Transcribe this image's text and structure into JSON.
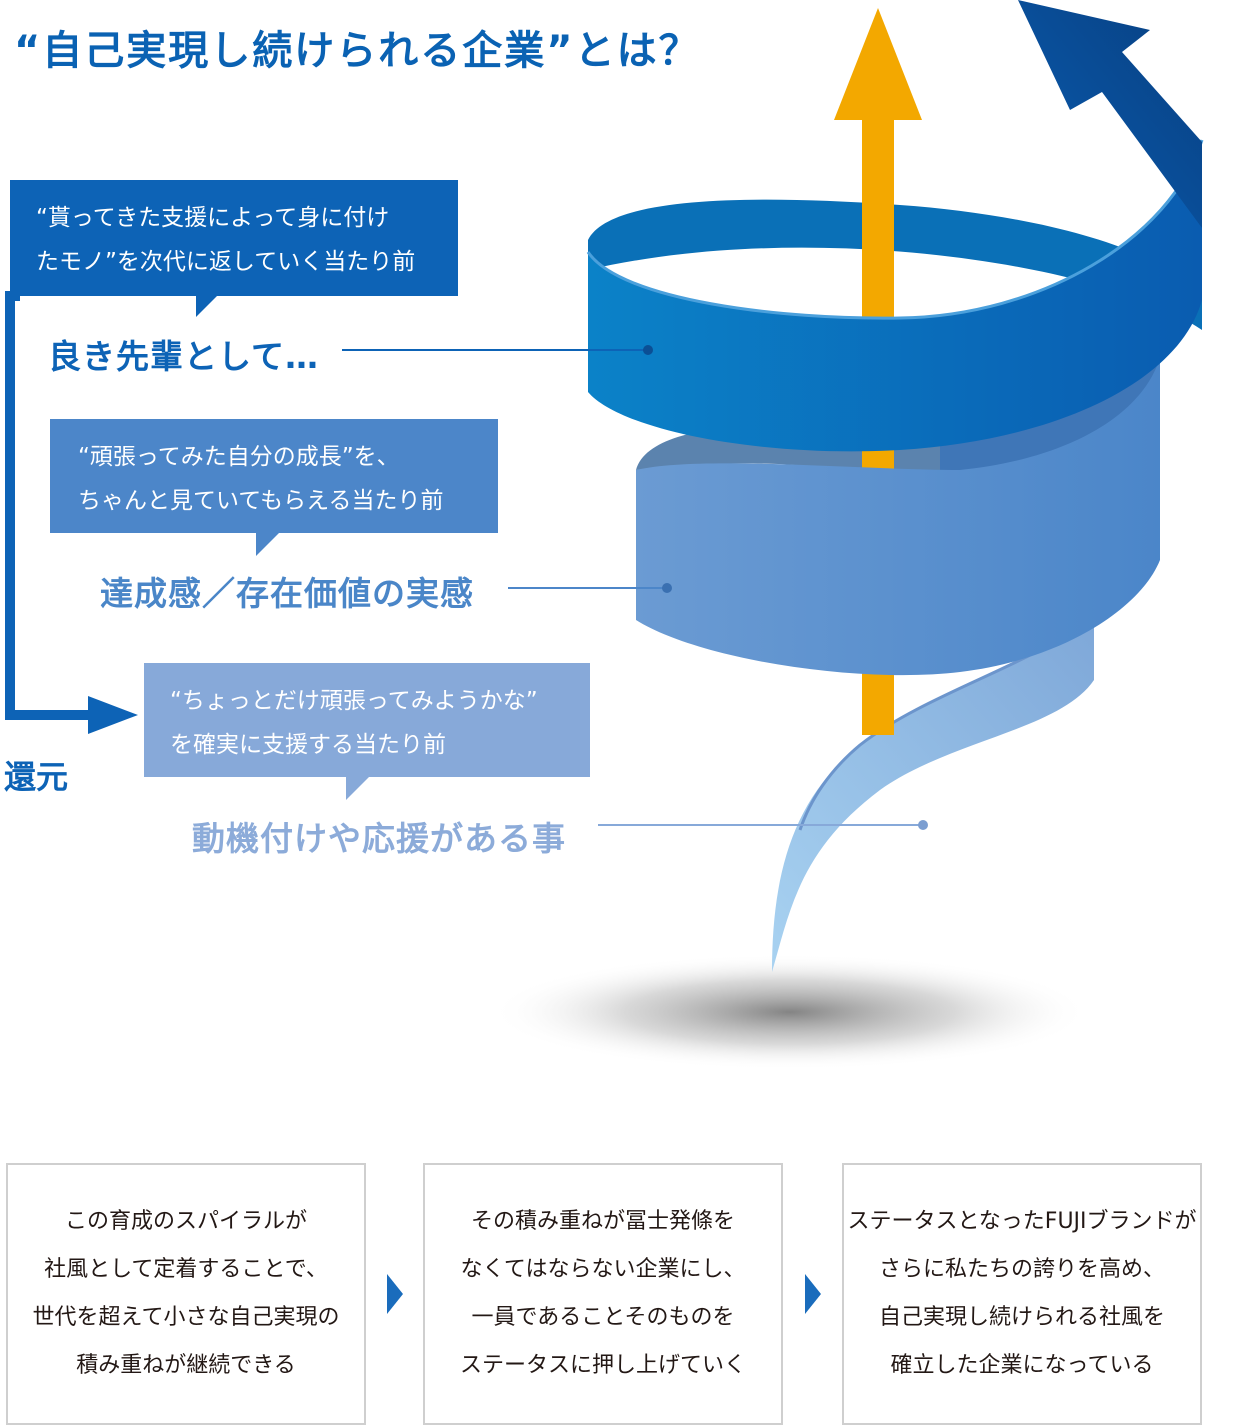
{
  "title": "“自己実現し続けられる企業”とは？",
  "stages": [
    {
      "quote_lines": [
        "“貰ってきた支援によって身に付け",
        "たモノ”を次代に返していく当たり前"
      ],
      "label": "良き先輩として…"
    },
    {
      "quote_lines": [
        "“頑張ってみた自分の成長”を、",
        "ちゃんと見ていてもらえる当たり前"
      ],
      "label": "達成感／存在価値の実感"
    },
    {
      "quote_lines": [
        "“ちょっとだけ頑張ってみようかな”",
        "を確実に支援する当たり前"
      ],
      "label": "動機付けや応援がある事"
    }
  ],
  "return_label": "還元",
  "flow_boxes": [
    {
      "lines": [
        "この育成のスパイラルが",
        "社風として定着することで、",
        "世代を超えて小さな自己実現の",
        "積み重ねが継続できる"
      ]
    },
    {
      "lines": [
        "その積み重ねが冨士発條を",
        "なくてはならない企業にし、",
        "一員であることそのものを",
        "ステータスに押し上げていく"
      ]
    },
    {
      "lines": [
        "ステータスとなったFUJIブランドが",
        "さらに私たちの誇りを高め、",
        "自己実現し続けられる社風を",
        "確立した企業になっている"
      ]
    }
  ],
  "colors": {
    "title": "#0a62b3",
    "band_top": "#0d63b6",
    "band_middle": "#4c86c9",
    "band_bottom": "#87a9d9",
    "growth_arrow": "#f3a800"
  }
}
